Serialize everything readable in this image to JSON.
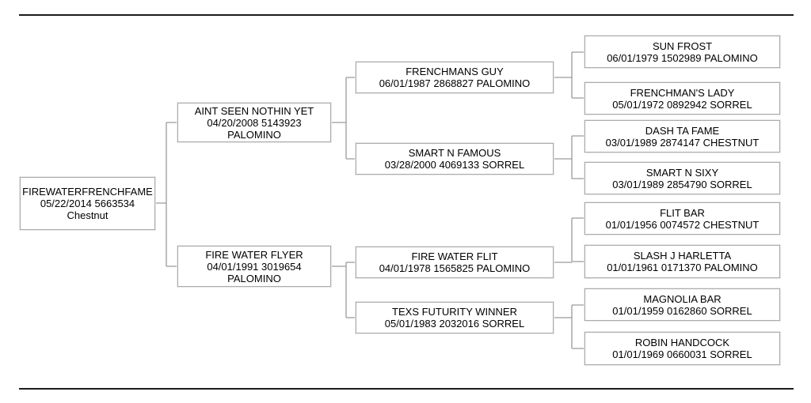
{
  "colors": {
    "box_border": "#ababab",
    "connector": "#9a9a9a",
    "rule": "#1c1c1c",
    "text": "#000000",
    "background": "#ffffff"
  },
  "pedigree": {
    "root": {
      "name": "FIREWATERFRENCHFAME",
      "details": "05/22/2014 5663534",
      "coat": "Chestnut"
    },
    "sire": {
      "name": "AINT SEEN NOTHIN YET",
      "details": "04/20/2008 5143923",
      "coat": "PALOMINO"
    },
    "dam": {
      "name": "FIRE WATER FLYER",
      "details": "04/01/1991 3019654",
      "coat": "PALOMINO"
    },
    "sire_sire": {
      "name": "FRENCHMANS GUY",
      "details": "06/01/1987 2868827",
      "coat": "PALOMINO"
    },
    "sire_dam": {
      "name": "SMART N FAMOUS",
      "details": "03/28/2000 4069133",
      "coat": "SORREL"
    },
    "dam_sire": {
      "name": "FIRE WATER FLIT",
      "details": "04/01/1978 1565825",
      "coat": "PALOMINO"
    },
    "dam_dam": {
      "name": "TEXS FUTURITY WINNER",
      "details": "05/01/1983 2032016",
      "coat": "SORREL"
    },
    "ss_sire": {
      "name": "SUN FROST",
      "details": "06/01/1979 1502989",
      "coat": "PALOMINO"
    },
    "ss_dam": {
      "name": "FRENCHMAN'S LADY",
      "details": "05/01/1972 0892942",
      "coat": "SORREL"
    },
    "sd_sire": {
      "name": "DASH TA FAME",
      "details": "03/01/1989 2874147",
      "coat": "CHESTNUT"
    },
    "sd_dam": {
      "name": "SMART N SIXY",
      "details": "03/01/1989 2854790",
      "coat": "SORREL"
    },
    "ds_sire": {
      "name": "FLIT BAR",
      "details": "01/01/1956 0074572",
      "coat": "CHESTNUT"
    },
    "ds_dam": {
      "name": "SLASH J HARLETTA",
      "details": "01/01/1961 0171370",
      "coat": "PALOMINO"
    },
    "dd_sire": {
      "name": "MAGNOLIA BAR",
      "details": "01/01/1959 0162860",
      "coat": "SORREL"
    },
    "dd_dam": {
      "name": "ROBIN HANDCOCK",
      "details": "01/01/1969 0660031",
      "coat": "SORREL"
    }
  }
}
